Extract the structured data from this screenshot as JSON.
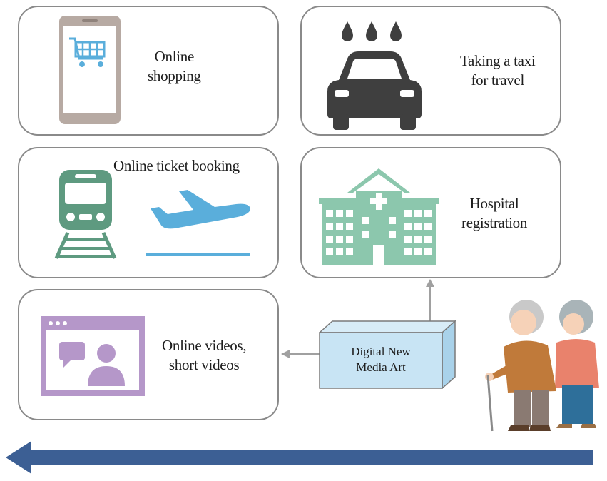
{
  "cards": {
    "shopping": {
      "label_lines": [
        "Online",
        "shopping"
      ]
    },
    "taxi": {
      "label_lines": [
        "Taking a taxi",
        "for travel"
      ]
    },
    "ticket": {
      "label": "Online ticket booking"
    },
    "hospital": {
      "label_lines": [
        "Hospital",
        "registration"
      ]
    },
    "videos": {
      "label_lines": [
        "Online videos,",
        "short videos"
      ]
    }
  },
  "center_box": {
    "label_lines": [
      "Digital New",
      "Media Art"
    ]
  },
  "icons": {
    "shopping": "phone-cart-icon",
    "taxi": "car-rain-icon",
    "train": "train-icon",
    "plane": "airplane-takeoff-icon",
    "hospital": "hospital-icon",
    "video": "video-chat-window-icon",
    "elderly": "elderly-couple-icon"
  },
  "colors": {
    "card_border": "#8a8a8a",
    "train_green": "#5e9a80",
    "plane_blue": "#5aaedb",
    "hospital_green": "#8cc7ad",
    "video_purple": "#b597c9",
    "car_dark": "#3f3f3f",
    "box_blue": "#c8e4f4",
    "arrow_blue": "#3c5f94"
  }
}
